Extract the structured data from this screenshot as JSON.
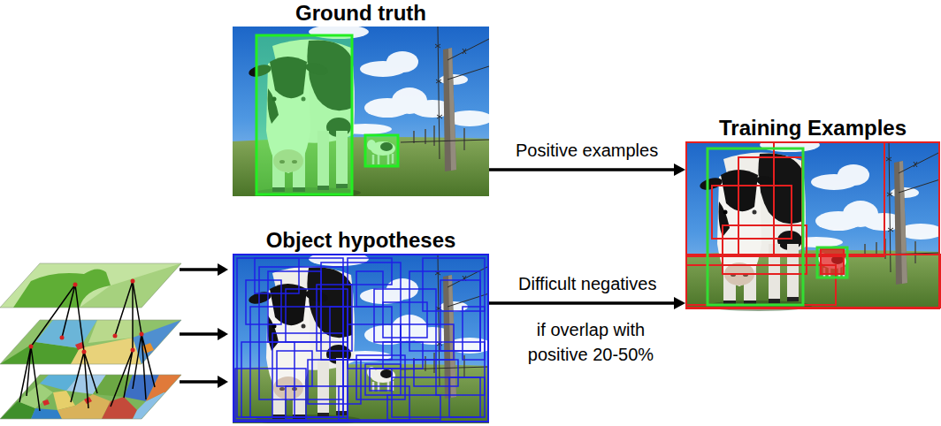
{
  "diagram": {
    "nodes": [
      {
        "text": [
          "Ground truth"
        ]
      },
      {
        "text": [
          "Object hypotheses"
        ]
      },
      {
        "text": [
          "Training Examples"
        ]
      }
    ],
    "edges": [
      {
        "from": 0,
        "to": 2,
        "arrow": "to",
        "label": "Positive examples"
      },
      {
        "from": 1,
        "to": 2,
        "arrow": "to",
        "label": "Difficult negatives"
      }
    ],
    "labels": [
      "if overlap with positive 20-50%"
    ]
  }
}
